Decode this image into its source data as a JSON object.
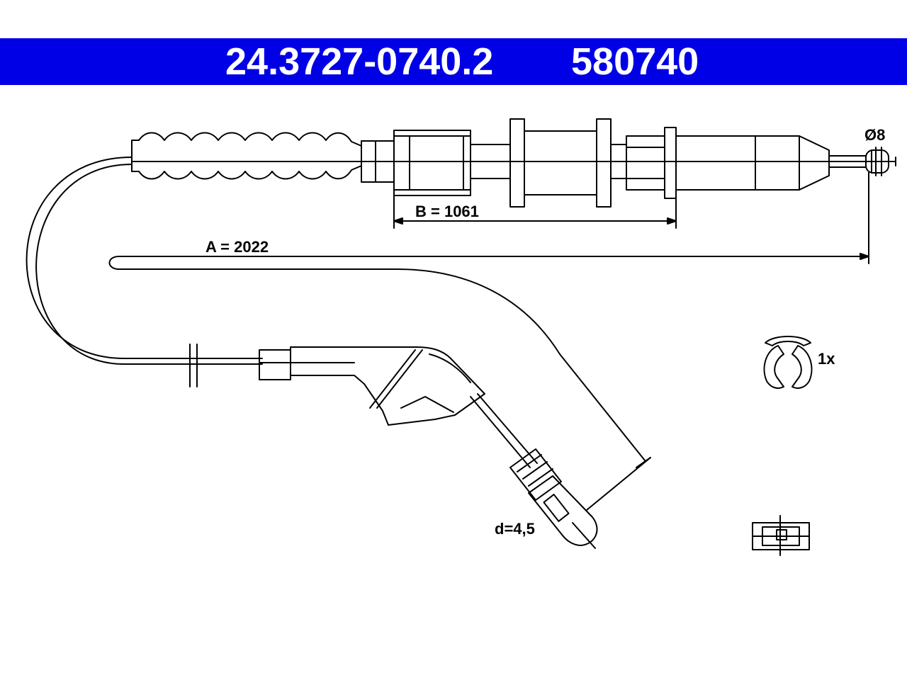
{
  "header": {
    "part_number": "24.3727-0740.2",
    "reference_number": "580740",
    "background_color": "#0000e6",
    "text_color": "#ffffff"
  },
  "dimensions": {
    "length_a": "A = 2022",
    "length_b": "B = 1061",
    "diameter_end": "Ø8",
    "diameter_nipple": "d=4,5"
  },
  "accessories": {
    "clip_quantity": "1x"
  },
  "line_color": "#000000"
}
